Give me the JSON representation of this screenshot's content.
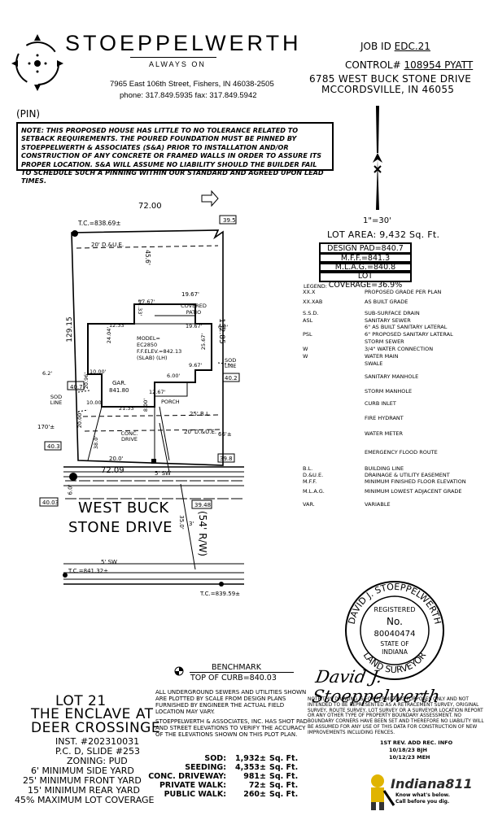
{
  "header": {
    "brand": "STOEPPELWERTH",
    "tagline": "ALWAYS ON",
    "address": "7965 East 106th Street, Fishers, IN 46038-2505",
    "phones": "phone: 317.849.5935  fax: 317.849.5942"
  },
  "job": {
    "job_id_label": "JOB ID",
    "job_id": "EDC.21",
    "control_label": "CONTROL#",
    "control_value": "108954 PYATT",
    "street": "6785 WEST BUCK STONE DRIVE",
    "city": "MCCORDSVILLE, IN 46055"
  },
  "pin_label": "(PIN)",
  "note": "NOTE: THIS PROPOSED HOUSE HAS LITTLE TO NO TOLERANCE RELATED TO SETBACK REQUIREMENTS. THE POURED FOUNDATION MUST BE PINNED BY STOEPPELWERTH & ASSOCIATES (S&A) PRIOR TO INSTALLATION AND/OR CONSTRUCTION OF ANY CONCRETE OR FRAMED WALLS IN ORDER TO ASSURE ITS PROPER LOCATION. S&A WILL ASSUME NO LIABILITY SHOULD THE BUILDER FAIL TO SCHEDULE SUCH A PINNING WITHIN OUR STANDARD AND AGREED UPON LEAD TIMES.",
  "scale": "1\"=30'",
  "lot_area": "LOT AREA: 9,432  Sq. Ft.",
  "elevations": {
    "design_pad": "DESIGN PAD=840.7",
    "mff": "M.F.F.=841.3",
    "mlag": "M.L.A.G.=840.8",
    "lot_coverage": "LOT COVERAGE=36.9%"
  },
  "legend": {
    "title": "LEGEND:",
    "items": [
      {
        "sym": "XX.X",
        "text": "PROPOSED GRADE PER PLAN"
      },
      {
        "sym": "XX.XAB",
        "text": "AS BUILT GRADE"
      },
      {
        "sym": "S.S.D.",
        "text": "SUB-SURFACE DRAIN"
      },
      {
        "sym": "ASL",
        "text": "SANITARY SEWER"
      },
      {
        "sym": "",
        "text": "6\" AS BUILT SANITARY LATERAL"
      },
      {
        "sym": "PSL",
        "text": "6\" PROPOSED SANITARY LATERAL"
      },
      {
        "sym": "",
        "text": "STORM SEWER"
      },
      {
        "sym": "W",
        "text": "3/4\" WATER CONNECTION"
      },
      {
        "sym": "W",
        "text": "WATER MAIN"
      },
      {
        "sym": "",
        "text": "SWALE"
      },
      {
        "sym": "",
        "text": "SANITARY MANHOLE"
      },
      {
        "sym": "",
        "text": "STORM MANHOLE"
      },
      {
        "sym": "",
        "text": "CURB INLET"
      },
      {
        "sym": "",
        "text": "FIRE HYDRANT"
      },
      {
        "sym": "",
        "text": "WATER METER"
      },
      {
        "sym": "",
        "text": "EMERGENCY FLOOD ROUTE"
      },
      {
        "sym": "B.L.",
        "text": "BUILDING LINE"
      },
      {
        "sym": "D.&U.E.",
        "text": "DRAINAGE & UTILITY EASEMENT"
      },
      {
        "sym": "M.F.F.",
        "text": "MINIMUM FINISHED FLOOR ELEVATION"
      },
      {
        "sym": "M.L.A.G.",
        "text": "MINIMUM LOWEST ADJACENT GRADE"
      },
      {
        "sym": "VAR.",
        "text": "VARIABLE"
      }
    ]
  },
  "plot": {
    "top_dim": "72.00",
    "road_dim": "72.09",
    "tc_top": "T.C.=838.69±",
    "tc_bl": "T.C.=841.32±",
    "tc_br": "T.C.=839.59±",
    "left_dim": "129.15",
    "right_dim": "132.85",
    "de_top": "20' D.&U.E.",
    "de_bottom": "20' D.&U.E.",
    "bl_25": "25' B.L.",
    "model": "MODEL=",
    "model_code": "EC2850",
    "ffelev": "F.F.ELEV.=842.13",
    "slab": "(SLAB) (LH)",
    "covered_patio": "COVERED PATIO",
    "garage": "GAR.",
    "garage_elev": "841.80",
    "porch": "PORCH",
    "conc_drive": "CONC. DRIVE",
    "street_name_1": "WEST BUCK",
    "street_name_2": "STONE DRIVE",
    "row": "(54' R/W)",
    "sw_label": "5' SW",
    "sod_line": "SOD LINE",
    "dims": [
      "45.6'",
      "19.67'",
      "11.33'",
      "17.67'",
      "12.33'",
      "19.67'",
      "24.04'",
      "25.67'",
      "6.2'",
      "9.67'",
      "6.00'",
      "12.67'",
      "10.00'",
      "20.96'",
      "21.33'",
      "8.00'",
      "10.00'",
      "6.2'",
      "170'±",
      "66'±",
      "20.0'",
      "38.0'",
      "35.0'",
      "3'",
      "6.0'",
      "20.00'"
    ],
    "grades": [
      "39.5",
      "40.7",
      "40.2",
      "40.3",
      "39.8",
      "40.03",
      "39.48"
    ]
  },
  "lot_info": {
    "lot": "LOT 21",
    "subdivision_1": "THE ENCLAVE AT",
    "subdivision_2": "DEER CROSSINGE",
    "inst": "INST. #202310031",
    "pcd": "P.C. D, SLIDE #253",
    "zoning": "ZONING: PUD",
    "side": "6' MINIMUM SIDE YARD",
    "front": "25' MINIMUM FRONT YARD",
    "rear": "15' MINIMUM REAR YARD",
    "coverage": "45% MAXIMUM LOT COVERAGE"
  },
  "benchmark": {
    "title": "BENCHMARK",
    "value": "TOP OF CURB=840.03"
  },
  "notes": {
    "underground": "ALL UNDERGROUND SEWERS AND UTILITIES SHOWN ARE PLOTTED BY SCALE FROM DESIGN PLANS FURNISHED BY ENGINEER THE ACTUAL FIELD LOCATION MAY VARY.",
    "stoeppelwerth": "STOEPPELWERTH & ASSOCIATES, INC. HAS SHOT PAD AND STREET ELEVATIONS TO VERIFY THE ACCURACY OF THE ELEVATIONS SHOWN ON THIS PLOT PLAN.",
    "disclaimer": "NOTE:THIS DRAWING IS FOR PERMITTING PURPOSES ONLY AND NOT INTENDED TO BE REPRESENTED AS A RETRACEMENT SURVEY, ORIGINAL SURVEY, ROUTE SURVEY, LOT SURVEY OR A SURVEYOR LOCATION REPORT OR ANY OTHER TYPE OF PROPERTY BOUNDARY ASSESSMENT. NO BOUNDARY CORNERS HAVE BEEN SET AND THEREFORE NO LIABILITY WILL BE ASSUMED FOR ANY USE OF THIS DATA FOR CONSTRUCTION OF NEW IMPROVEMENTS INCLUDING FENCES."
  },
  "areas": [
    {
      "label": "SOD:",
      "value": "1,932±",
      "unit": "Sq. Ft."
    },
    {
      "label": "SEEDING:",
      "value": "4,353±",
      "unit": "Sq. Ft."
    },
    {
      "label": "CONC. DRIVEWAY:",
      "value": "981±",
      "unit": "Sq. Ft."
    },
    {
      "label": "PRIVATE WALK:",
      "value": "72±",
      "unit": "Sq. Ft."
    },
    {
      "label": "PUBLIC WALK:",
      "value": "260±",
      "unit": "Sq. Ft."
    }
  ],
  "seal": {
    "name": "DAVID J. STOEPPELWERTH",
    "registered": "REGISTERED",
    "no": "No.",
    "number": "80040474",
    "state_of": "STATE OF",
    "state": "INDIANA",
    "title": "LAND SURVEYOR"
  },
  "signature": "David J. Stoeppelwerth",
  "revisions": {
    "r1": "1ST REV. ADD REC. INFO",
    "r2": "10/18/23 BJH",
    "r3": "10/12/23 MEH"
  },
  "indiana811": {
    "brand": "Indiana811",
    "line1": "Know what's below.",
    "line2": "Call before you dig."
  }
}
